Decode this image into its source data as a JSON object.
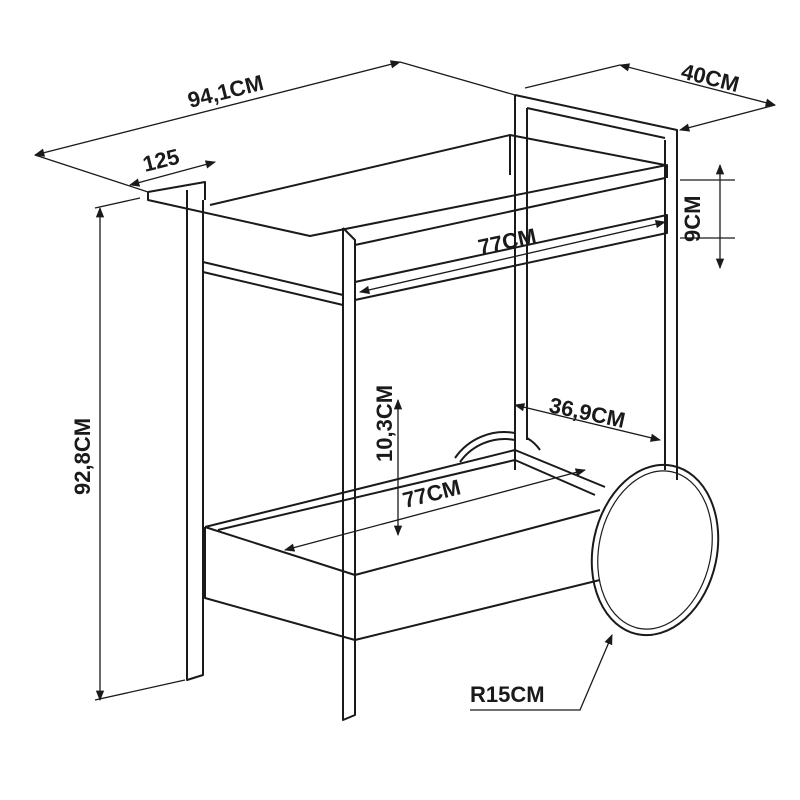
{
  "dimensions": {
    "overall_width": "94,1CM",
    "depth": "40CM",
    "handle_offset": "125",
    "tray_height": "9CM",
    "top_tray_length": "77CM",
    "overall_height": "92,8CM",
    "bottom_tray_height": "10,3CM",
    "bottom_tray_depth": "36,9CM",
    "bottom_tray_length": "77CM",
    "wheel_radius": "R15CM"
  },
  "colors": {
    "line": "#1a1a1a",
    "background": "#ffffff"
  }
}
